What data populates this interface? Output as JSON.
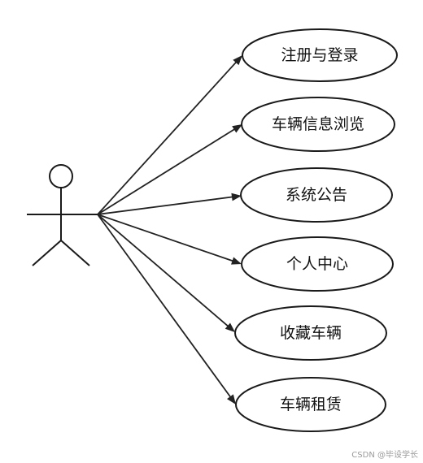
{
  "diagram": {
    "actor": {
      "icon": "stick-figure-actor"
    },
    "use_cases": [
      {
        "label": "注册与登录"
      },
      {
        "label": "车辆信息浏览"
      },
      {
        "label": "系统公告"
      },
      {
        "label": "个人中心"
      },
      {
        "label": "收藏车辆"
      },
      {
        "label": "车辆租赁"
      }
    ]
  },
  "watermark": "CSDN @毕设学长",
  "colors": {
    "stroke": "#1a1a1a",
    "background": "#ffffff"
  }
}
